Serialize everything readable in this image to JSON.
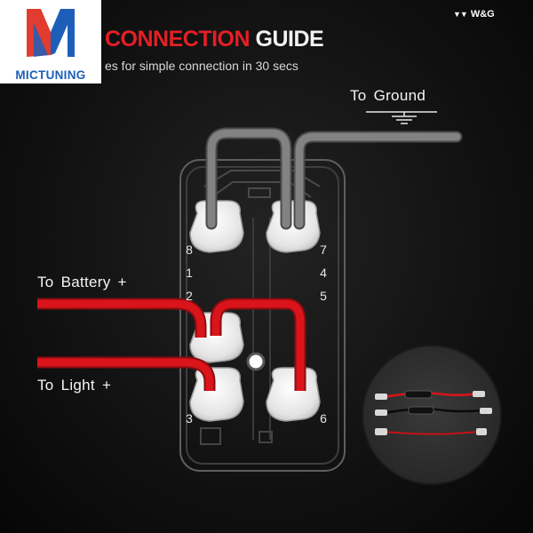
{
  "brand_logo": {
    "text": "MICTUNING",
    "icon": "mictuning-m-logo-icon"
  },
  "header": {
    "title_red": "CONNECTION",
    "title_white": "GUIDE",
    "subtitle": "es for simple connection in 30 secs",
    "brand_mark": "W&G",
    "brand_icon": "double-chevron-icon"
  },
  "labels": {
    "ground": "To Ground",
    "battery": "To Battery +",
    "light": "To Light +"
  },
  "pins": [
    "8",
    "1",
    "2",
    "7",
    "4",
    "5",
    "3",
    "6"
  ],
  "colors": {
    "accent_red": "#e41f25",
    "wire_red": "#d9141a",
    "wire_gray": "#7d7d7d",
    "terminal": "#e9e9e9",
    "logo_blue": "#1d5fb8"
  },
  "inset": {
    "icon": "wire-harness-jumper-icon"
  }
}
